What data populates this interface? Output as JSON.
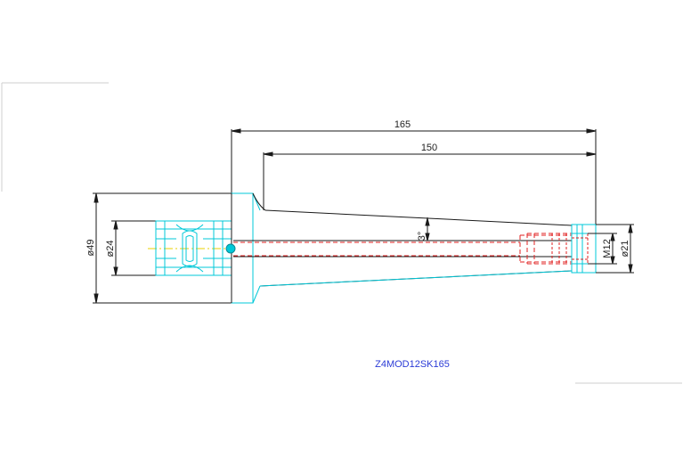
{
  "drawing": {
    "part_code": "Z4MOD12SK165",
    "dimensions": {
      "overall_length": "165",
      "taper_length": "150",
      "taper_angle": "3°",
      "flange_diameter": "ø49",
      "bore_diameter": "ø24",
      "thread": "M12",
      "tip_diameter": "ø21"
    },
    "colors": {
      "dimension": "#1a1a1a",
      "outline": "#1a1a1a",
      "cyan": "#00c8d8",
      "hidden": "#e02020",
      "center": "#e8d000",
      "label": "#2b3bd6"
    }
  }
}
